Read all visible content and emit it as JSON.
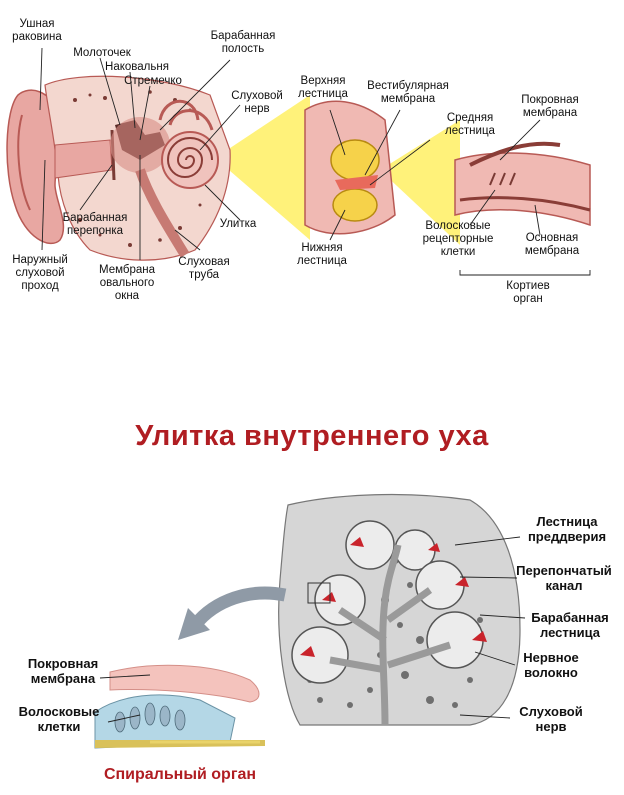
{
  "top_diagram": {
    "labels": {
      "ear_pinna": "Ушная\nраковина",
      "malleus": "Молоточек",
      "incus": "Наковальня",
      "stapes": "Стремечко",
      "tympanic_cavity": "Барабанная\nполость",
      "auditory_nerve": "Слуховой\nнерв",
      "upper_canal": "Верхняя\nлестница",
      "vestibular_membrane": "Вестибулярная\nмембрана",
      "middle_canal": "Средняя\nлестница",
      "tectorial_membrane": "Покровная\nмембрана",
      "eardrum": "Барабанная\nперепонка",
      "external_canal": "Наружный\nслуховой\nпроход",
      "oval_window": "Мембрана\nовального\nокна",
      "eustachian_tube": "Слуховая\nтруба",
      "cochlea": "Улитка",
      "lower_canal": "Нижняя\nлестница",
      "hair_cells": "Волосковые\nрецепторные\nклетки",
      "basilar_membrane": "Основная\nмембрана",
      "organ_of_corti": "Кортиев\nорган"
    }
  },
  "title": "Улитка внутреннего уха",
  "bottom_diagram": {
    "labels": {
      "scala_vestibuli": "Лестница\nпреддверия",
      "membranous_canal": "Перепончатый\nканал",
      "scala_tympani": "Барабанная\nлестница",
      "nerve_fiber": "Нервное\nволокно",
      "auditory_nerve": "Слуховой\nнерв",
      "tectorial_membrane": "Покровная\nмембрана",
      "hair_cells": "Волосковые\nклетки"
    },
    "caption": "Спиральный орган"
  },
  "colors": {
    "title": "#b01d22",
    "tissue": "#e8a7a2",
    "tissue_dark": "#b85a55",
    "bone": "#f3d7cf",
    "sound_cone": "#fff27a",
    "cochlea_gray": "#d4d4d4",
    "arrow_gray": "#8f9aa6",
    "duct_red": "#c9232b"
  }
}
